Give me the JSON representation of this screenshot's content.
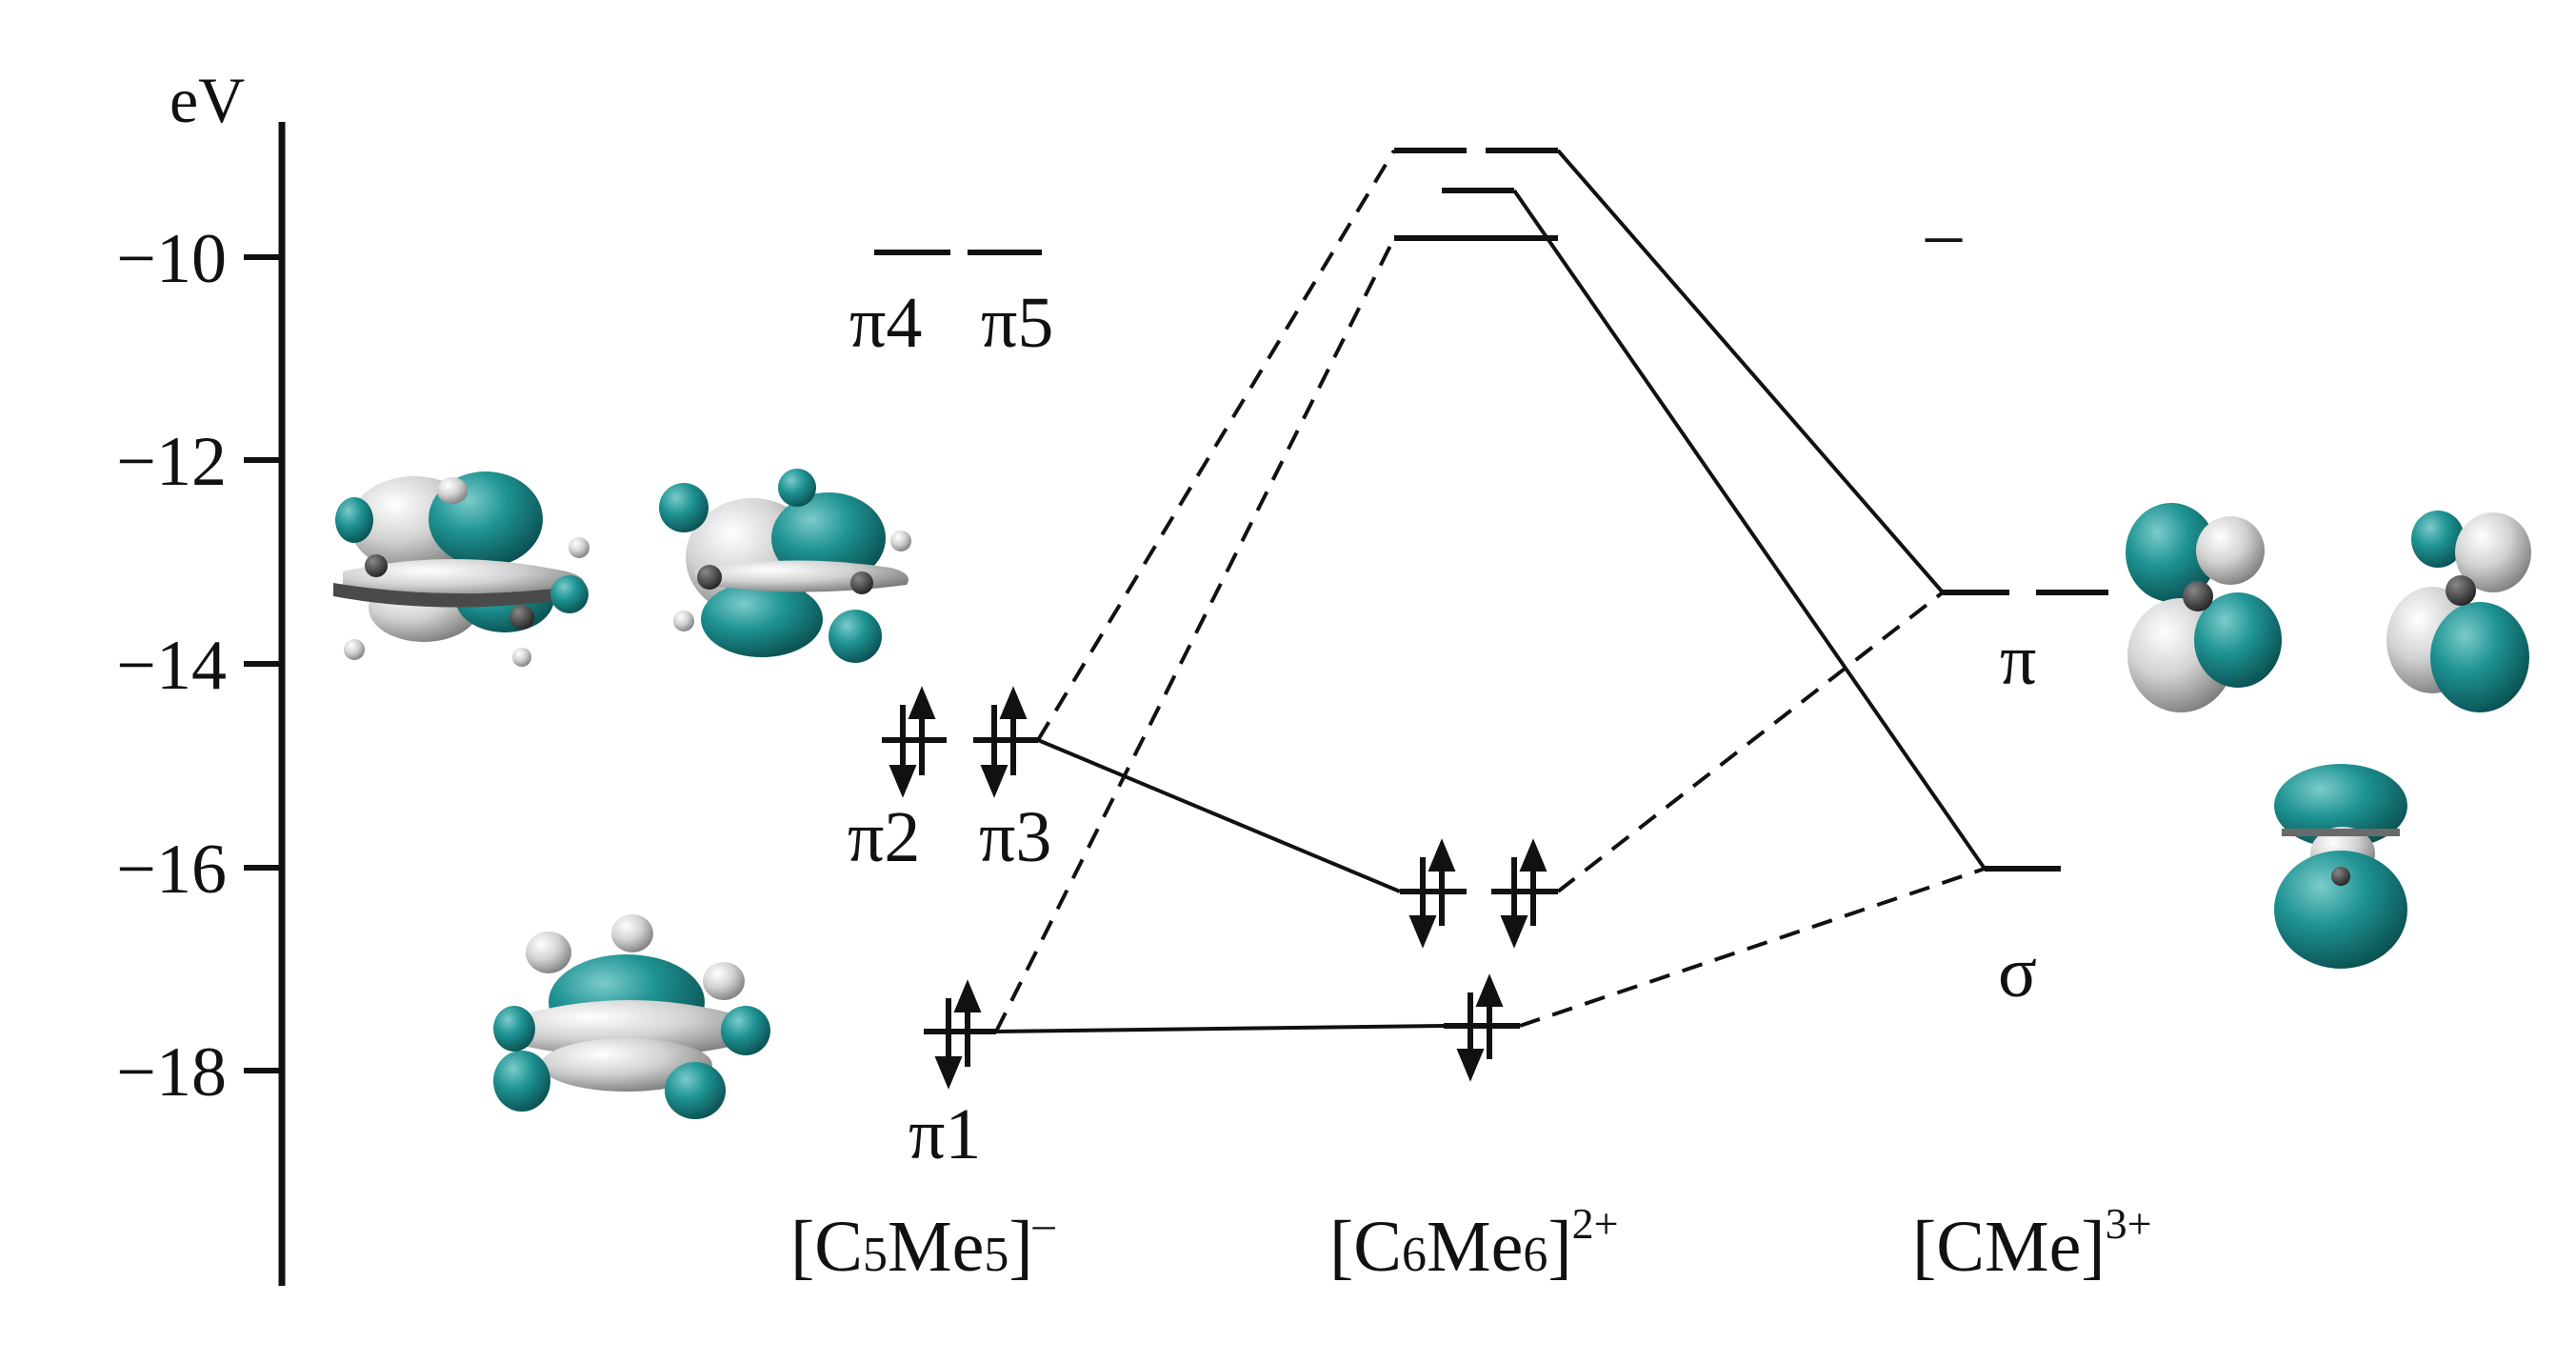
{
  "axis": {
    "unit": "eV",
    "ticks": [
      "−10",
      "−12",
      "−14",
      "−16",
      "−18"
    ]
  },
  "orbital_labels": {
    "pi4": "π4",
    "pi5": "π5",
    "pi2": "π2",
    "pi3": "π3",
    "pi1": "π1",
    "pi": "π",
    "sigma": "σ",
    "minus": "–"
  },
  "fragments": {
    "c5me5": {
      "open": "[C",
      "sub1": "5",
      "mid": "Me",
      "sub2": "5",
      "close": "]",
      "charge": "–"
    },
    "c6me6": {
      "open": "[C",
      "sub1": "6",
      "mid": "Me",
      "sub2": "6",
      "close": "]",
      "charge": "2+"
    },
    "cme": {
      "open": "[CMe]",
      "charge": "3+"
    }
  },
  "colors": {
    "lobe_teal": "#137f80",
    "lobe_grey": "#d6d6d6",
    "line": "#111111"
  }
}
